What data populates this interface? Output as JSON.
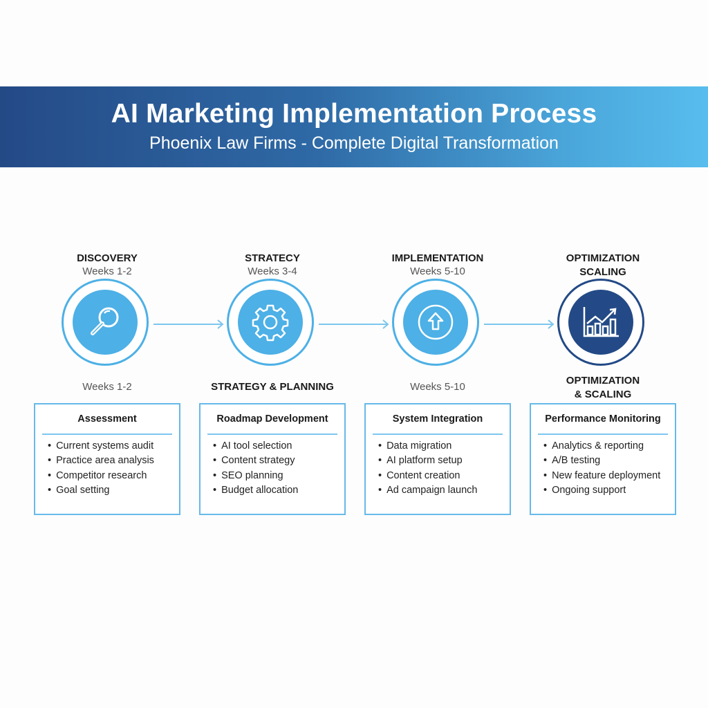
{
  "header": {
    "title": "AI Marketing Implementation Process",
    "subtitle": "Phoenix Law Firms - Complete Digital Transformation"
  },
  "colors": {
    "accent_light": "#4db0e6",
    "accent_dark": "#234a86"
  },
  "stages": [
    {
      "title": "DISCOVERY",
      "weeks": "Weeks 1-2",
      "icon": "magnifier-icon",
      "lower_label": "Weeks 1-2",
      "box": {
        "title": "Assessment",
        "items": [
          "Current systems audit",
          "Practice area analysis",
          "Competitor research",
          "Goal setting"
        ]
      }
    },
    {
      "title": "STRATECY",
      "weeks": "Weeks 3-4",
      "icon": "gear-icon",
      "lower_label": "STRATEGY & PLANNING",
      "box": {
        "title": "Roadmap Development",
        "items": [
          "AI tool selection",
          "Content strategy",
          "SEO planning",
          "Budget allocation"
        ]
      }
    },
    {
      "title": "IMPLEMENTATION",
      "weeks": "Weeks 5-10",
      "icon": "upload-arrow-icon",
      "lower_label": "Weeks 5-10",
      "box": {
        "title": "System Integration",
        "items": [
          "Data migration",
          "AI platform setup",
          "Content creation",
          "Ad campaign launch"
        ]
      }
    },
    {
      "title": "OPTIMIZATION",
      "title2": "SCALING",
      "icon": "growth-chart-icon",
      "lower_label": "OPTIMIZATION",
      "lower_label2": "& SCALING",
      "box": {
        "title": "Performance Monitoring",
        "items": [
          "Analytics & reporting",
          "A/B testing",
          "New feature deployment",
          "Ongoing support"
        ]
      }
    }
  ]
}
